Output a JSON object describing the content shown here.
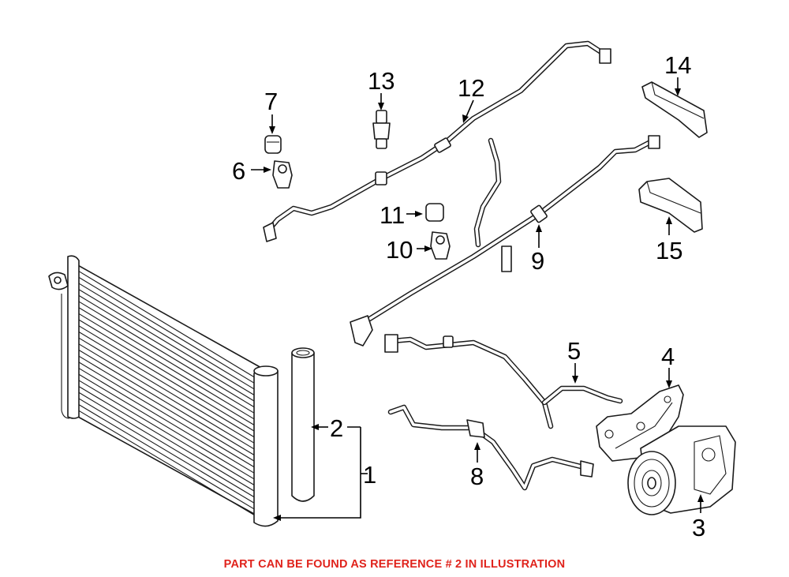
{
  "callouts": {
    "c1": "1",
    "c2": "2",
    "c3": "3",
    "c4": "4",
    "c5": "5",
    "c6": "6",
    "c7": "7",
    "c8": "8",
    "c9": "9",
    "c10": "10",
    "c11": "11",
    "c12": "12",
    "c13": "13",
    "c14": "14",
    "c15": "15"
  },
  "footer": {
    "note": "PART CAN BE FOUND AS REFERENCE # 2 IN ILLUSTRATION",
    "color": "#e0231c"
  }
}
